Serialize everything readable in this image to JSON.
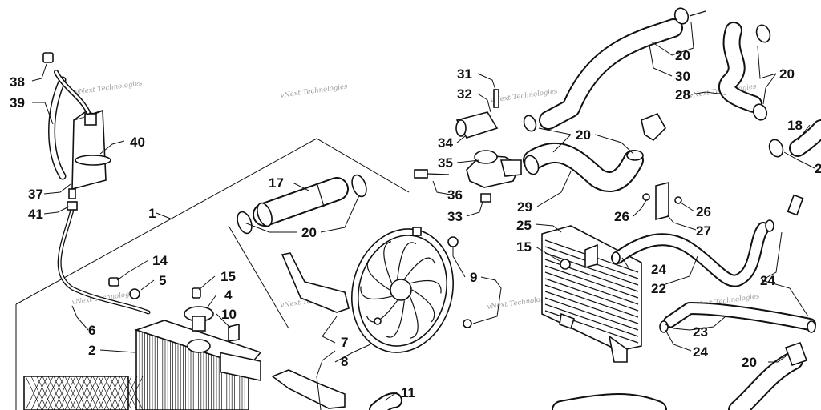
{
  "watermark": "vNext Technologies",
  "callouts": [
    {
      "id": "c-38",
      "text": "38"
    },
    {
      "id": "c-39",
      "text": "39"
    },
    {
      "id": "c-40",
      "text": "40"
    },
    {
      "id": "c-37",
      "text": "37"
    },
    {
      "id": "c-41",
      "text": "41"
    },
    {
      "id": "c-1",
      "text": "1"
    },
    {
      "id": "c-17",
      "text": "17"
    },
    {
      "id": "c-20a",
      "text": "20"
    },
    {
      "id": "c-14",
      "text": "14"
    },
    {
      "id": "c-5",
      "text": "5"
    },
    {
      "id": "c-15a",
      "text": "15"
    },
    {
      "id": "c-4",
      "text": "4"
    },
    {
      "id": "c-10",
      "text": "10"
    },
    {
      "id": "c-6",
      "text": "6"
    },
    {
      "id": "c-2",
      "text": "2"
    },
    {
      "id": "c-7",
      "text": "7"
    },
    {
      "id": "c-8",
      "text": "8"
    },
    {
      "id": "c-9",
      "text": "9"
    },
    {
      "id": "c-11",
      "text": "11"
    },
    {
      "id": "c-31",
      "text": "31"
    },
    {
      "id": "c-32",
      "text": "32"
    },
    {
      "id": "c-34",
      "text": "34"
    },
    {
      "id": "c-35",
      "text": "35"
    },
    {
      "id": "c-36",
      "text": "36"
    },
    {
      "id": "c-33",
      "text": "33"
    },
    {
      "id": "c-29",
      "text": "29"
    },
    {
      "id": "c-20b",
      "text": "20"
    },
    {
      "id": "c-20c",
      "text": "20"
    },
    {
      "id": "c-30",
      "text": "30"
    },
    {
      "id": "c-20d",
      "text": "20"
    },
    {
      "id": "c-28",
      "text": "28"
    },
    {
      "id": "c-18",
      "text": "18"
    },
    {
      "id": "c-2b",
      "text": "2"
    },
    {
      "id": "c-26a",
      "text": "26"
    },
    {
      "id": "c-26b",
      "text": "26"
    },
    {
      "id": "c-27",
      "text": "27"
    },
    {
      "id": "c-25",
      "text": "25"
    },
    {
      "id": "c-15b",
      "text": "15"
    },
    {
      "id": "c-24a",
      "text": "24"
    },
    {
      "id": "c-22",
      "text": "22"
    },
    {
      "id": "c-24b",
      "text": "24"
    },
    {
      "id": "c-23",
      "text": "23"
    },
    {
      "id": "c-24c",
      "text": "24"
    },
    {
      "id": "c-20e",
      "text": "20"
    }
  ]
}
